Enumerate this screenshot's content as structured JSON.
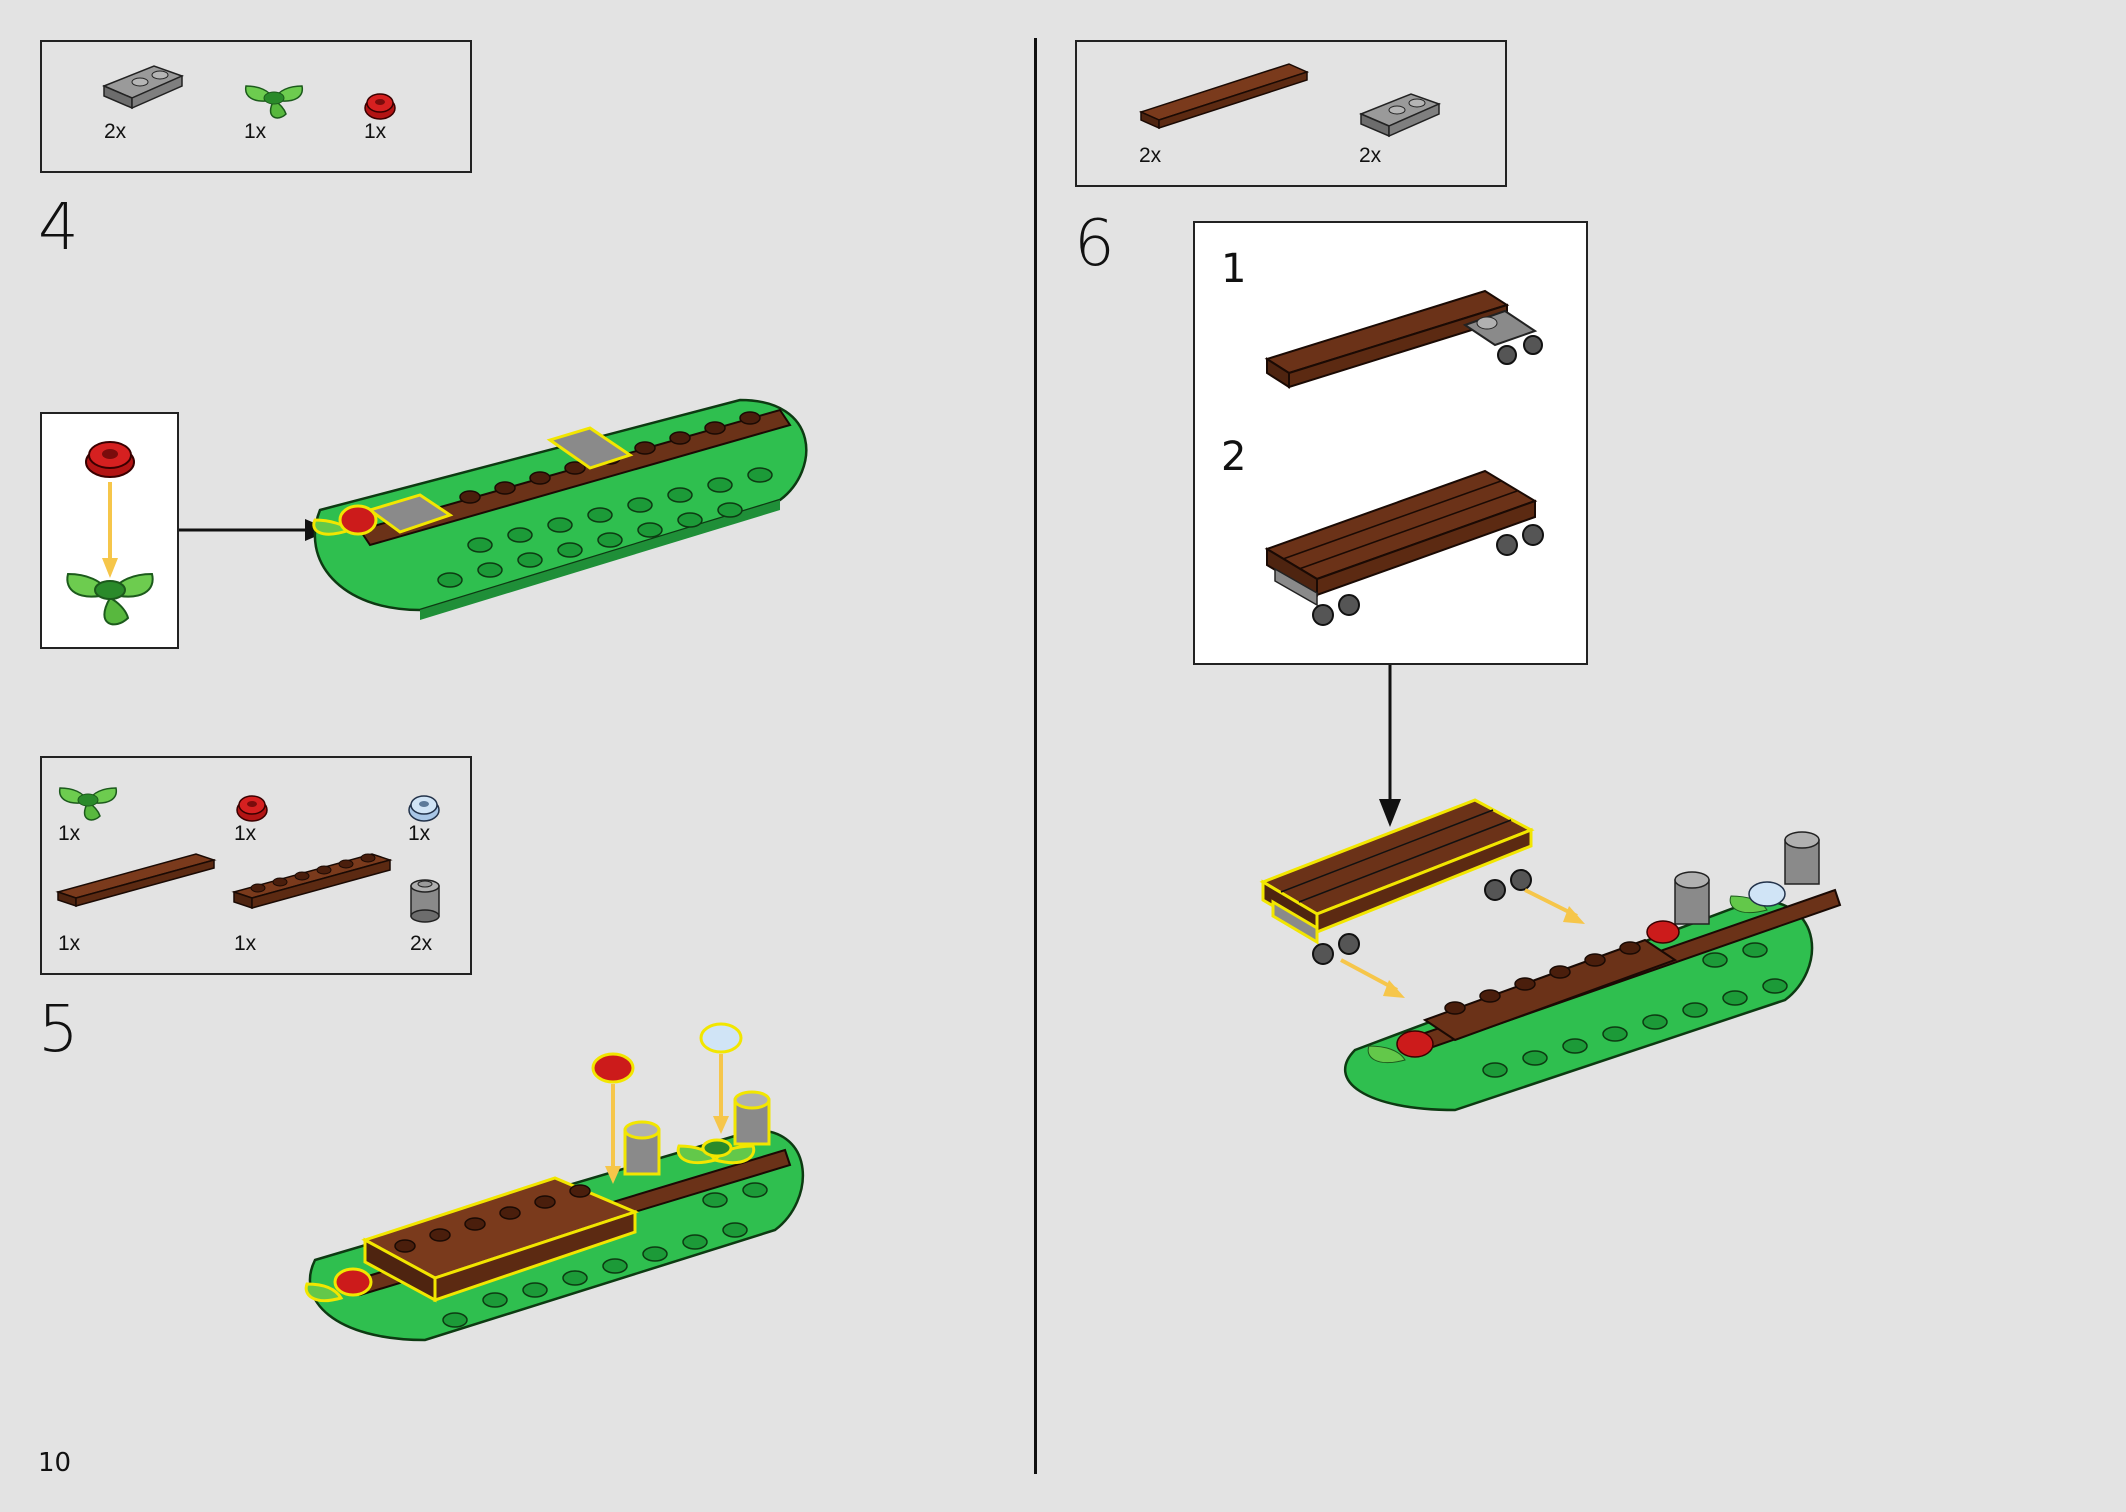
{
  "page": {
    "number": "10"
  },
  "colors": {
    "background": "#e3e3e3",
    "plate_green": "#2fbf4f",
    "brown": "#6b3218",
    "gray": "#8a8a8a",
    "red": "#cc1b1b",
    "leaf_green": "#63c84a",
    "highlight": "#f2e600",
    "arrow_yellow": "#f6c64a"
  },
  "step4": {
    "number": "4",
    "parts": [
      {
        "icon": "gray-clip-plate-icon",
        "qty": "2x"
      },
      {
        "icon": "green-leaves-icon",
        "qty": "1x"
      },
      {
        "icon": "red-flower-icon",
        "qty": "1x"
      }
    ]
  },
  "step5": {
    "number": "5",
    "parts": [
      {
        "icon": "green-leaves-icon",
        "qty": "1x"
      },
      {
        "icon": "red-flower-icon",
        "qty": "1x"
      },
      {
        "icon": "light-blue-flower-icon",
        "qty": "1x"
      },
      {
        "icon": "brown-tile-icon",
        "qty": "1x"
      },
      {
        "icon": "brown-plate-icon",
        "qty": "1x"
      },
      {
        "icon": "gray-round-brick-icon",
        "qty": "2x"
      }
    ]
  },
  "step6": {
    "number": "6",
    "parts": [
      {
        "icon": "brown-tile-icon",
        "qty": "2x"
      },
      {
        "icon": "gray-clip-plate-icon",
        "qty": "2x"
      }
    ],
    "substeps": [
      {
        "number": "1"
      },
      {
        "number": "2"
      }
    ]
  }
}
